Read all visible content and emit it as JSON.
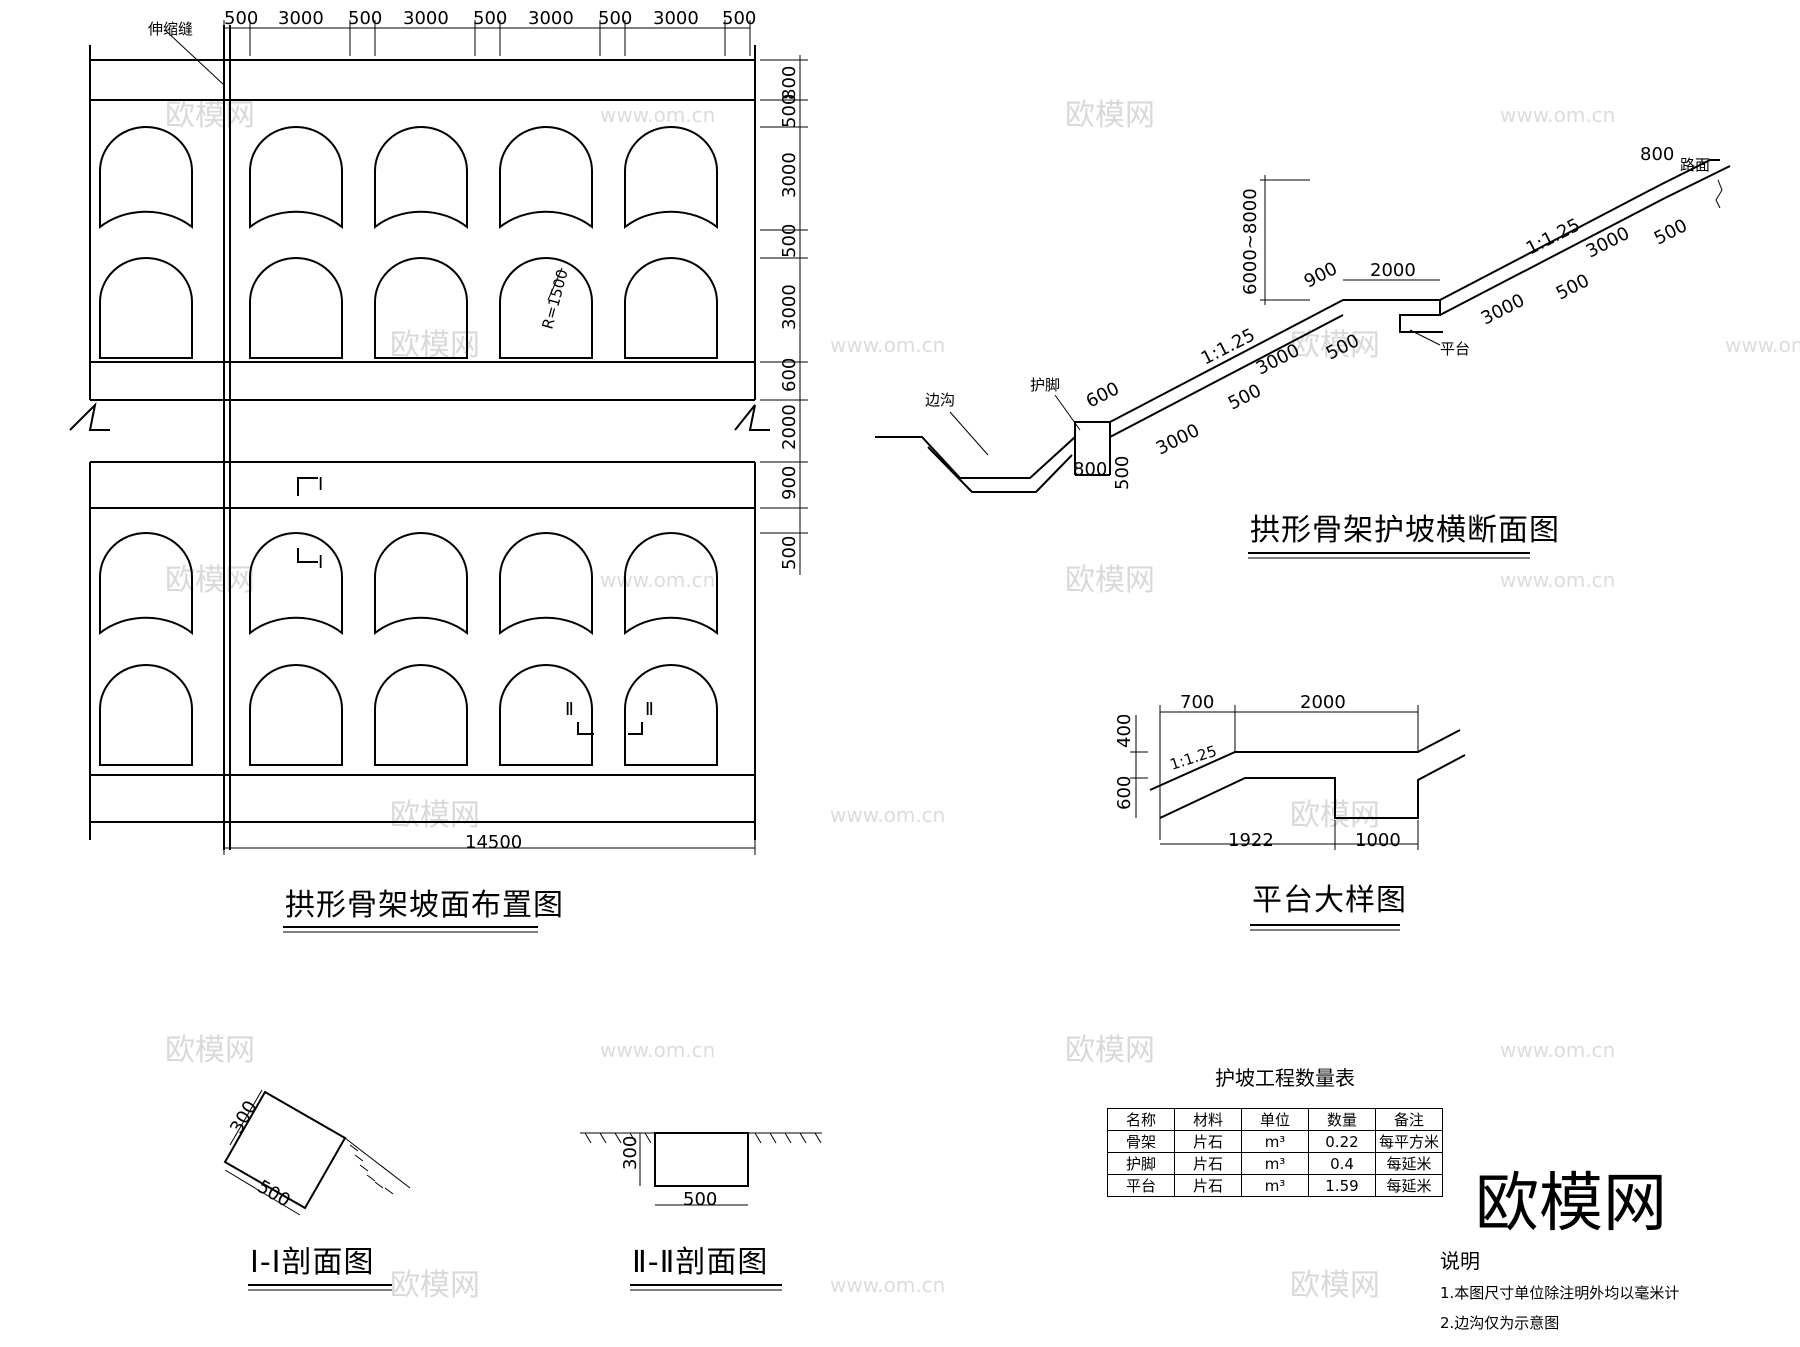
{
  "titles": {
    "plan": "拱形骨架坡面布置图",
    "cross_section": "拱形骨架护坡横断面图",
    "platform_detail": "平台大样图",
    "section_1": "I-I剖面图",
    "section_2": "Ⅱ-Ⅱ剖面图",
    "table": "护坡工程数量表"
  },
  "plan": {
    "top_dims": [
      "500",
      "3000",
      "500",
      "3000",
      "500",
      "3000",
      "500",
      "3000",
      "500"
    ],
    "right_dims": [
      "800",
      "500",
      "3000",
      "500",
      "3000",
      "600",
      "2000",
      "900",
      "500"
    ],
    "bottom_dim": "14500",
    "expansion_joint": "伸缩缝",
    "radius": "R=1500",
    "mark_1": "I",
    "mark_2": "Ⅱ"
  },
  "cross": {
    "height_range": "6000~8000",
    "slope_1": "1:1.25",
    "slope_2": "1:1.25",
    "ditch": "边沟",
    "toe": "护脚",
    "platform": "平台",
    "road": "路面",
    "d600": "600",
    "d800": "800",
    "d500": "500",
    "d3000a": "3000",
    "d500a": "500",
    "d3000b": "3000",
    "d500b": "500",
    "d900": "900",
    "d2000": "2000",
    "d3000c": "3000",
    "d500c": "500",
    "d3000d": "3000",
    "d500d": "500",
    "d800top": "800"
  },
  "platform_detail": {
    "d700": "700",
    "d2000": "2000",
    "d400": "400",
    "d600": "600",
    "slope": "1:1.25",
    "d1922": "1922",
    "d1000": "1000"
  },
  "section_1": {
    "d300": "300",
    "d500": "500"
  },
  "section_2": {
    "d300": "300",
    "d500": "500"
  },
  "table": {
    "headers": [
      "名称",
      "材料",
      "单位",
      "数量",
      "备注"
    ],
    "rows": [
      [
        "骨架",
        "片石",
        "m³",
        "0.22",
        "每平方米"
      ],
      [
        "护脚",
        "片石",
        "m³",
        "0.4",
        "每延米"
      ],
      [
        "平台",
        "片石",
        "m³",
        "1.59",
        "每延米"
      ]
    ]
  },
  "notes": {
    "heading": "说明",
    "items": [
      "1.本图尺寸单位除注明外均以毫米计",
      "2.边沟仅为示意图"
    ]
  },
  "watermark": {
    "logo": "欧模网",
    "url": "www.om.cn"
  }
}
